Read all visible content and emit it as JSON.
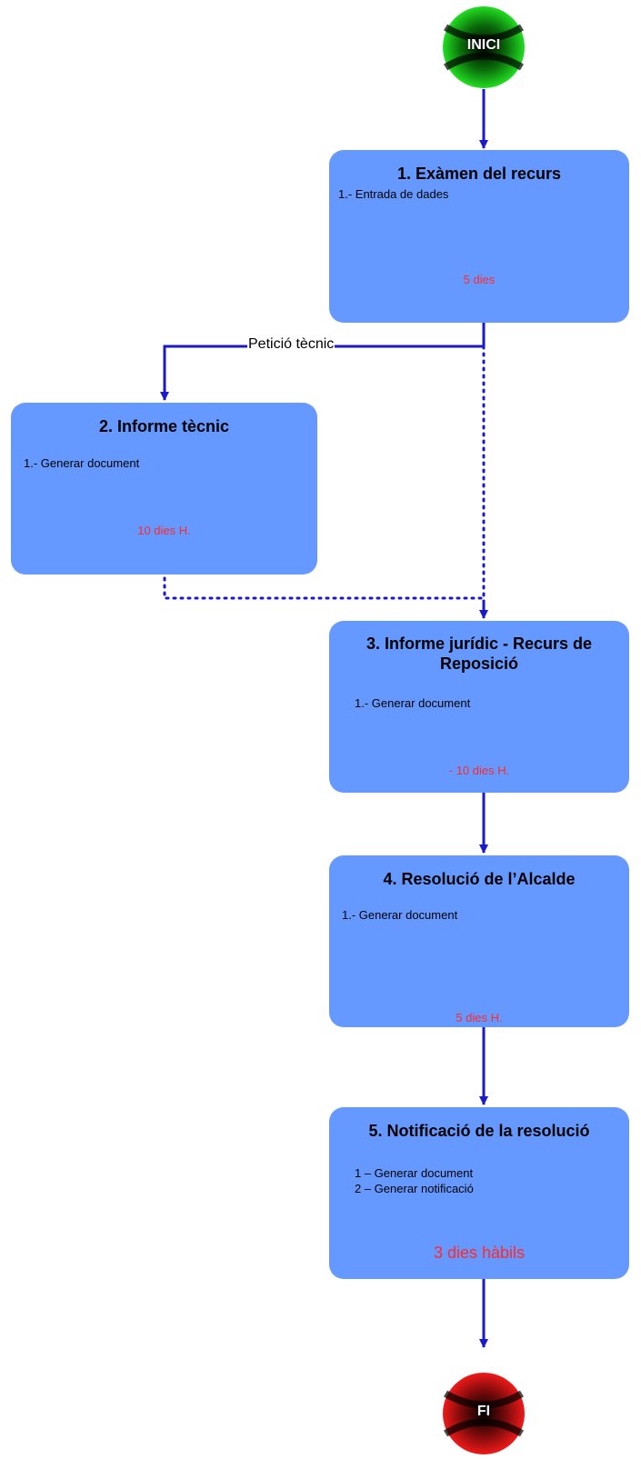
{
  "start": {
    "label": "INICI",
    "color": "#22cc22"
  },
  "end": {
    "label": "FI",
    "color": "#dd1111"
  },
  "colors": {
    "box": "#6699ff",
    "arrow": "#1a1acc",
    "time_text": "#ff2a2a"
  },
  "edge_label": "Petició tècnic",
  "steps": [
    {
      "title": "1. Exàmen del recurs",
      "items": [
        "1.- Entrada de dades"
      ],
      "time": "5 dies"
    },
    {
      "title": "2. Informe tècnic",
      "items": [
        "1.- Generar document"
      ],
      "time": "10 dies H."
    },
    {
      "title_line1": "3. Informe jurídic - Recurs de",
      "title_line2": "Reposició",
      "items": [
        "1.- Generar document"
      ],
      "time": "- 10 dies H."
    },
    {
      "title": "4. Resolució de l’Alcalde",
      "items": [
        "1.- Generar document"
      ],
      "time": "5 dies H."
    },
    {
      "title": "5. Notificació de la resolució",
      "items": [
        "1 – Generar document",
        "2 – Generar notificació"
      ],
      "time": "3 dies hàbils"
    }
  ]
}
